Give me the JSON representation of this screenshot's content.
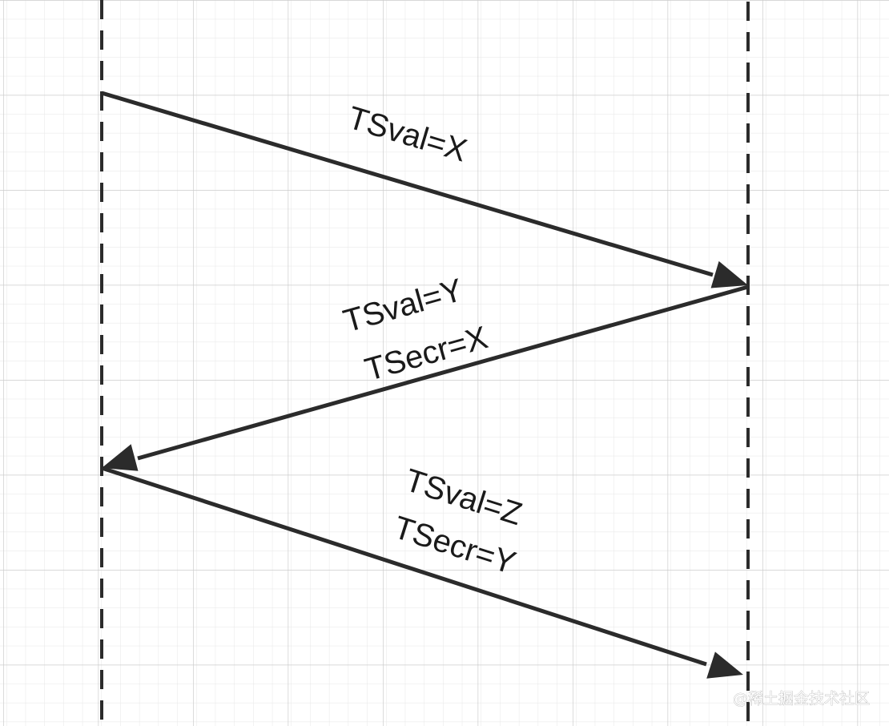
{
  "diagram": {
    "type": "sequence-diagram",
    "lifelines": [
      {
        "id": "left"
      },
      {
        "id": "right"
      }
    ],
    "messages": [
      {
        "id": "msg-1",
        "from": "left",
        "to": "right",
        "lines": [
          "TSval=X"
        ]
      },
      {
        "id": "msg-2",
        "from": "right",
        "to": "left",
        "lines": [
          "TSval=Y",
          "TSecr=X"
        ]
      },
      {
        "id": "msg-3",
        "from": "left",
        "to": "right",
        "lines": [
          "TSval=Z",
          "TSecr=Y"
        ]
      }
    ]
  },
  "watermark": {
    "text": "@稀土掘金技术社区"
  },
  "colors": {
    "background": "#ffffff",
    "grid": "#d9d9d9",
    "line": "#2b2b2b",
    "text": "#1a1a1a"
  }
}
